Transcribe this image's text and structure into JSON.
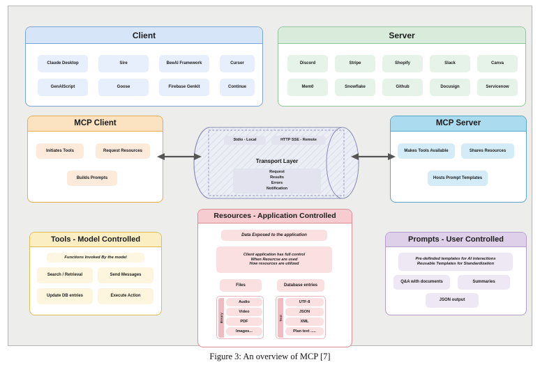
{
  "figure": {
    "caption": "Figure 3: An overview of MCP [7]"
  },
  "colors": {
    "client": "#7aa3d6",
    "server": "#92c69a",
    "mcp_client": "#e8ab50",
    "mcp_server": "#58a7c9",
    "tools": "#e0bd52",
    "resources": "#dd8d96",
    "prompts": "#b79ccb",
    "transport": "#8e90b8",
    "canvas": "#ededeb"
  },
  "client": {
    "title": "Client",
    "items": [
      "Claude Desktop",
      "Sire",
      "BeeAI Framework",
      "Cursor",
      "GenAIScript",
      "Goose",
      "Firebase Genkit",
      "Continue"
    ]
  },
  "server": {
    "title": "Server",
    "items": [
      "Discord",
      "Stripe",
      "Shopify",
      "Slack",
      "Canva",
      "Mem0",
      "Snowflake",
      "Github",
      "Docusign",
      "Servicenow"
    ]
  },
  "mcp_client": {
    "title": "MCP Client",
    "items": [
      "Initiates Tools",
      "Request Resources",
      "Builds Prompts"
    ]
  },
  "mcp_server": {
    "title": "MCP Server",
    "items": [
      "Makes Tools Available",
      "Shares Resources",
      "Hosts Prompt Templates"
    ]
  },
  "transport": {
    "modes": [
      "Stdio - Local",
      "HTTP SSE - Remote"
    ],
    "label": "Transport Layer",
    "messages": [
      "Request",
      "Results",
      "Errors",
      "Notification"
    ]
  },
  "tools": {
    "title": "Tools - Model Controlled",
    "note": "Functions Invoked  By the model",
    "items": [
      "Search / Retrieval",
      "Send Messages",
      "Update DB entries",
      "Execute Action"
    ]
  },
  "resources": {
    "title": "Resources - Application Controlled",
    "note_primary": "Data Exposed to the application",
    "note_lines": [
      "Client application has full control",
      "When Reourcse are used",
      "How resources are utilized"
    ],
    "columns": [
      {
        "header": "Files",
        "strip_label": "Binary",
        "items": [
          "Audio",
          "Video",
          "PDF",
          "Images..."
        ]
      },
      {
        "header": "Database entries",
        "strip_label": "Text",
        "items": [
          "UTF-8",
          "JSON",
          "XML",
          "Plan text ....."
        ]
      }
    ]
  },
  "prompts": {
    "title": "Prompts - User Controlled",
    "note_lines": [
      "Pre-definded templates for AI interactions",
      "Reusable Templates for Standardization"
    ],
    "items": [
      "Q&A with documents",
      "Summaries",
      "JSON output"
    ]
  }
}
